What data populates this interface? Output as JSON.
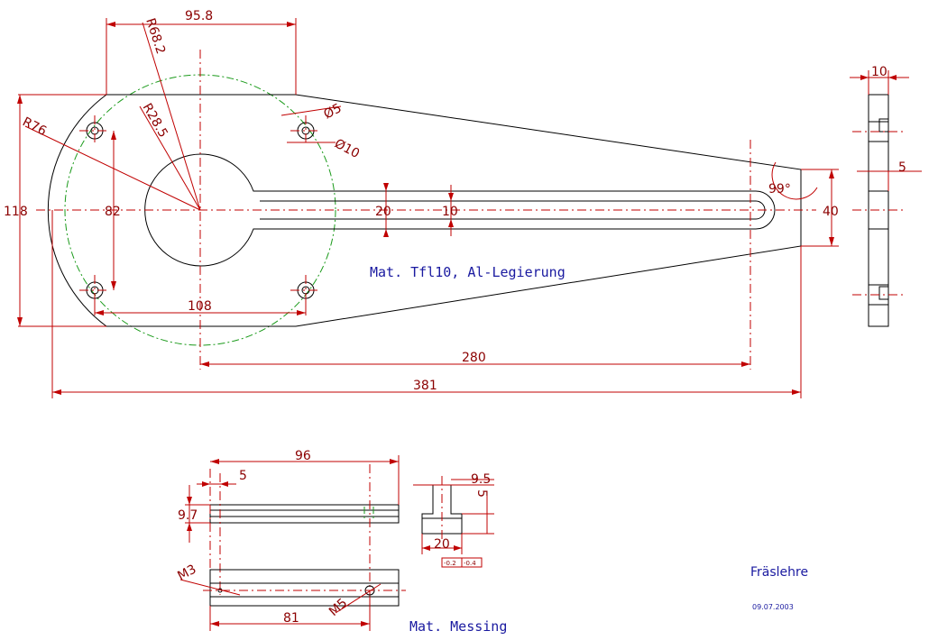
{
  "colors": {
    "object": "#000000",
    "dimension": "#c00000",
    "helper_circle": "#1a9a1a",
    "note": "#1a1aa0"
  },
  "main_part": {
    "dims": {
      "top_width": "95.8",
      "r_outer_68": "R68.2",
      "r_bore": "R28.5",
      "r_76": "R76",
      "hole_small": "Ø5",
      "hole_large": "Ø10",
      "height_118": "118",
      "height_82": "82",
      "slot_20": "20",
      "slot_10": "10",
      "end_40": "40",
      "angle": "99°",
      "hole_spacing": "108",
      "len_280": "280",
      "len_381": "381"
    },
    "material": "Mat. Tfl10, Al-Legierung"
  },
  "side_view": {
    "dims": {
      "width_10": "10",
      "offset_5": "5"
    }
  },
  "bottom_parts": {
    "dims": {
      "len_96": "96",
      "off_5": "5",
      "h_9_7": "9.7",
      "w_9_5": "9.5",
      "h_5": "5",
      "w_20": "20",
      "tol_a": "-0.2",
      "tol_b": "-0.4",
      "thread_m3": "M3",
      "thread_m5": "M5",
      "len_81": "81"
    },
    "material": "Mat. Messing"
  },
  "title_block": {
    "title": "Fräslehre",
    "date": "09.07.2003"
  }
}
